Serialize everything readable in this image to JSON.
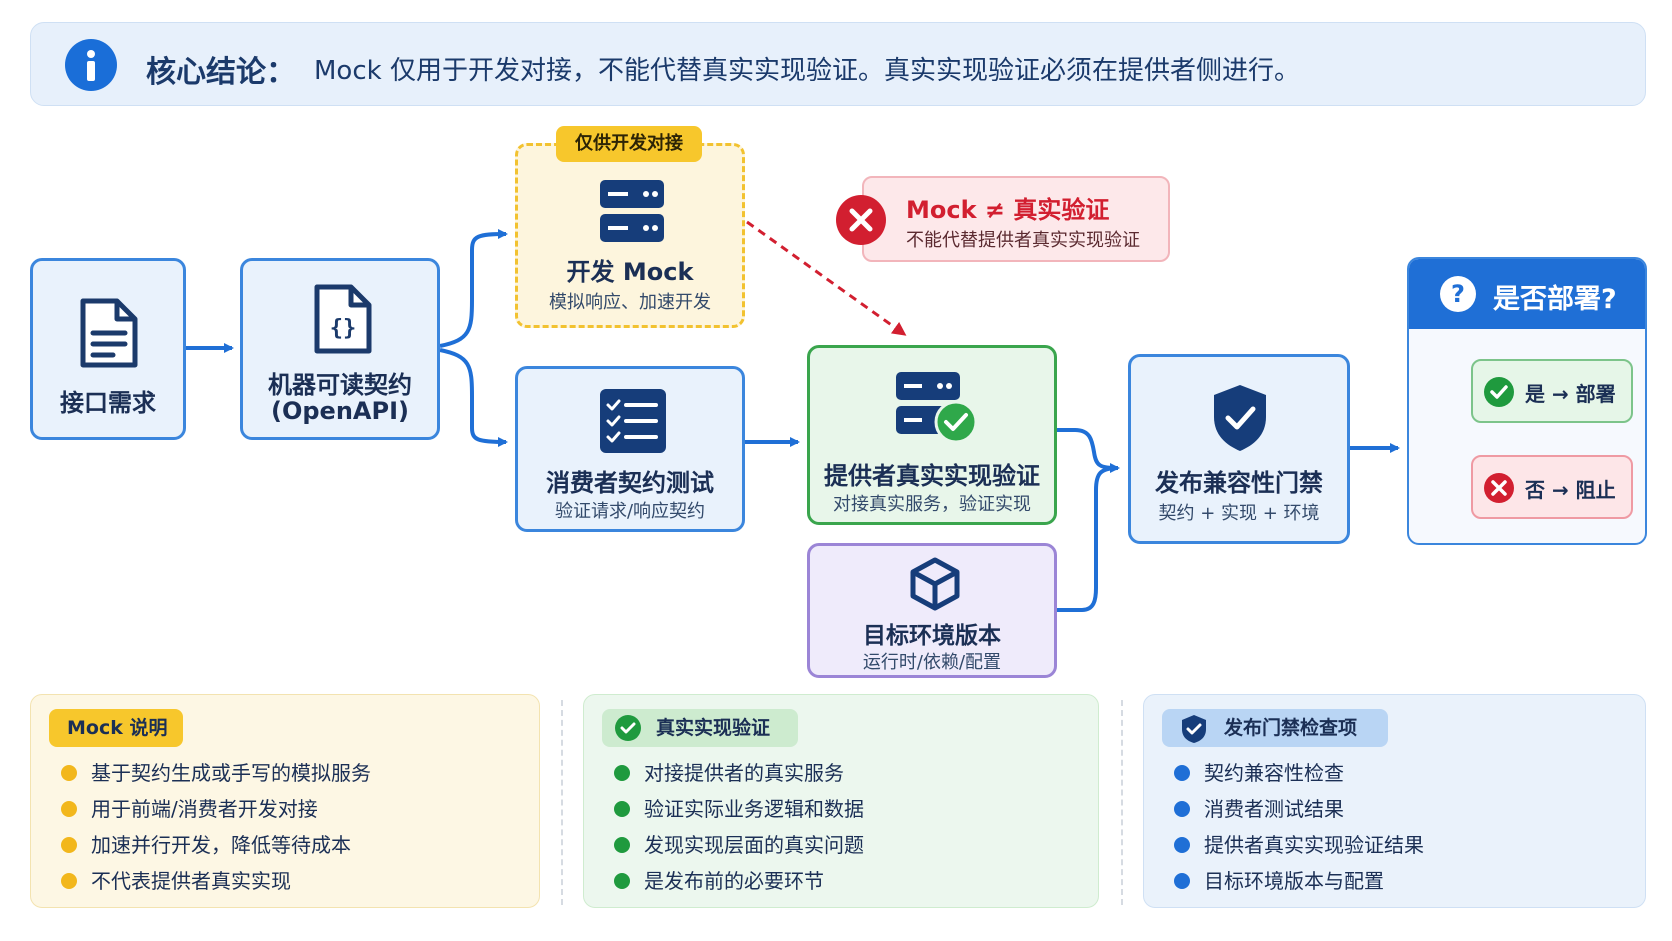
{
  "banner": {
    "title": "核心结论：",
    "text": "Mock 仅用于开发对接，不能代替真实实现验证。真实实现验证必须在提供者侧进行。",
    "icon": "info-icon"
  },
  "nodes": {
    "requirement": {
      "title": "接口需求",
      "icon": "document-icon"
    },
    "contract": {
      "title": "机器可读契约",
      "title2": "(OpenAPI)",
      "icon": "json-file-icon"
    },
    "mock": {
      "tag": "仅供开发对接",
      "title": "开发 Mock",
      "sub": "模拟响应、加速开发",
      "icon": "server-icon"
    },
    "consumer": {
      "title": "消费者契约测试",
      "sub": "验证请求/响应契约",
      "icon": "checklist-icon"
    },
    "provider": {
      "title": "提供者真实实现验证",
      "sub": "对接真实服务，验证实现",
      "icon": "server-check-icon"
    },
    "env": {
      "title": "目标环境版本",
      "sub": "运行时/依赖/配置",
      "icon": "cube-icon"
    },
    "gate": {
      "title": "发布兼容性门禁",
      "sub": "契约 + 实现 + 环境",
      "icon": "shield-check-icon"
    },
    "deploy": {
      "title": "是否部署?",
      "yes": "是 → 部署",
      "no": "否 → 阻止",
      "icon": "question-icon"
    }
  },
  "warning": {
    "title": "Mock ≠ 真实验证",
    "sub": "不能代替提供者真实实现验证"
  },
  "panels": {
    "mock": {
      "chip": "Mock 说明",
      "items": [
        "基于契约生成或手写的模拟服务",
        "用于前端/消费者开发对接",
        "加速并行开发，降低等待成本",
        "不代表提供者真实实现"
      ]
    },
    "real": {
      "chip": "真实实现验证",
      "items": [
        "对接提供者的真实服务",
        "验证实际业务逻辑和数据",
        "发现实现层面的真实问题",
        "是发布前的必要环节"
      ]
    },
    "gate": {
      "chip": "发布门禁检查项",
      "items": [
        "契约兼容性检查",
        "消费者测试结果",
        "提供者真实实现验证结果",
        "目标环境版本与配置"
      ]
    }
  },
  "colors": {
    "primary_blue": "#1f6fd6",
    "mock_yellow": "#f7c72c",
    "success_green": "#1f9a3e",
    "danger_red": "#d21f30",
    "env_purple": "#9b85d6"
  }
}
